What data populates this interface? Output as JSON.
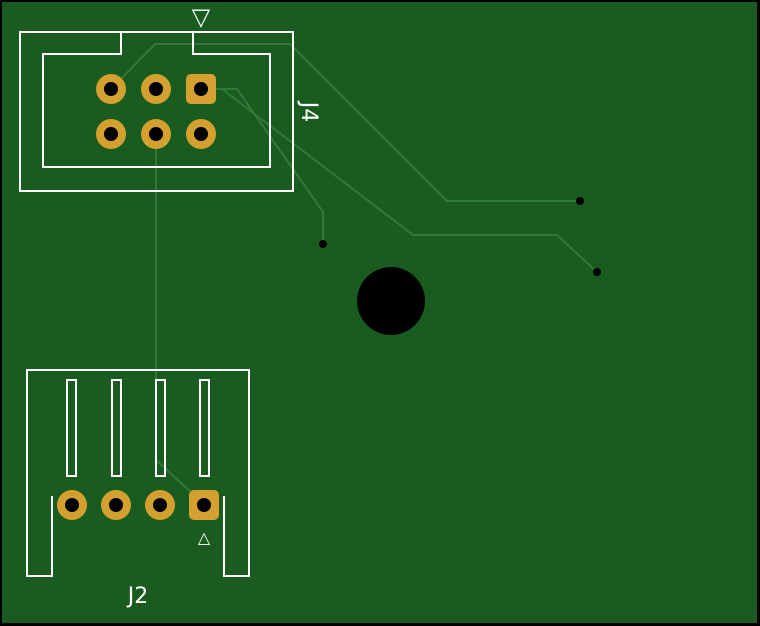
{
  "board": {
    "colors": {
      "substrate": "#1a5c20",
      "edge": "#000000",
      "trace": "#2f7a35",
      "silkscreen": "#ffffff",
      "copper": "#d4a030",
      "drill": "#000000"
    }
  },
  "connectors": {
    "j4": {
      "reference": "J4",
      "pin1_marker": "▽",
      "pins": 6
    },
    "j2": {
      "reference": "J2",
      "pin1_marker": "△",
      "pins": 4
    }
  },
  "mounting_hole": {
    "label": "mounting-hole"
  },
  "vias": {
    "count": 3
  }
}
